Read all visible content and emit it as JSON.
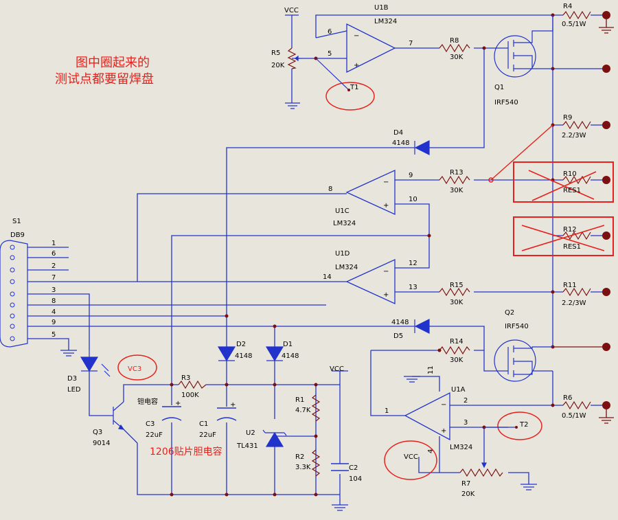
{
  "notes": {
    "line1": "图中圈起来的",
    "line2": "测试点都要留焊盘",
    "cap_note": "1206贴片胆电容",
    "tantalum": "钽电容"
  },
  "labels": {
    "vcc": "VCC",
    "vc3": "VC3",
    "s1": "S1",
    "db9": "DB9",
    "u1b": "U1B",
    "u1c": "U1C",
    "u1d": "U1D",
    "u1a": "U1A",
    "lm324": "LM324",
    "r4": "R4",
    "r4v": "0.5/1W",
    "r5": "R5",
    "r5v": "20K",
    "r8": "R8",
    "r8v": "30K",
    "r9": "R9",
    "r9v": "2.2/3W",
    "r10": "R10",
    "res1": "RES1",
    "r12": "R12",
    "r11": "R11",
    "r11v": "2.2/3W",
    "r13": "R13",
    "r13v": "30K",
    "r15": "R15",
    "r15v": "30K",
    "r14": "R14",
    "r14v": "30K",
    "r6": "R6",
    "r6v": "0.5/1W",
    "r7": "R7",
    "r7v": "20K",
    "r3": "R3",
    "r3v": "100K",
    "r1": "R1",
    "r1v": "4.7K",
    "r2": "R2",
    "r2v": "3.3K",
    "c1": "C1",
    "c1v": "22uF",
    "c2": "C2",
    "c2v": "104",
    "c3": "C3",
    "c3v": "22uF",
    "q1": "Q1",
    "q2": "Q2",
    "irf540": "IRF540",
    "q3": "Q3",
    "q3v": "9014",
    "d1": "D1",
    "d2": "D2",
    "d4": "D4",
    "d5": "D5",
    "d4148": "4148",
    "d3": "D3",
    "led": "LED",
    "u2": "U2",
    "tl431": "TL431",
    "t1": "T1",
    "t2": "T2"
  },
  "pins": {
    "p1": "1",
    "p2": "2",
    "p3": "3",
    "p4": "4",
    "p5": "5",
    "p6": "6",
    "p7": "7",
    "p8": "8",
    "p9": "9",
    "p10": "10",
    "p11": "11",
    "p12": "12",
    "p13": "13",
    "p14": "14"
  },
  "colors": {
    "wire": "#2233cc",
    "part": "#7a1010",
    "note": "#e8201c",
    "bg": "#e8e6dc"
  }
}
